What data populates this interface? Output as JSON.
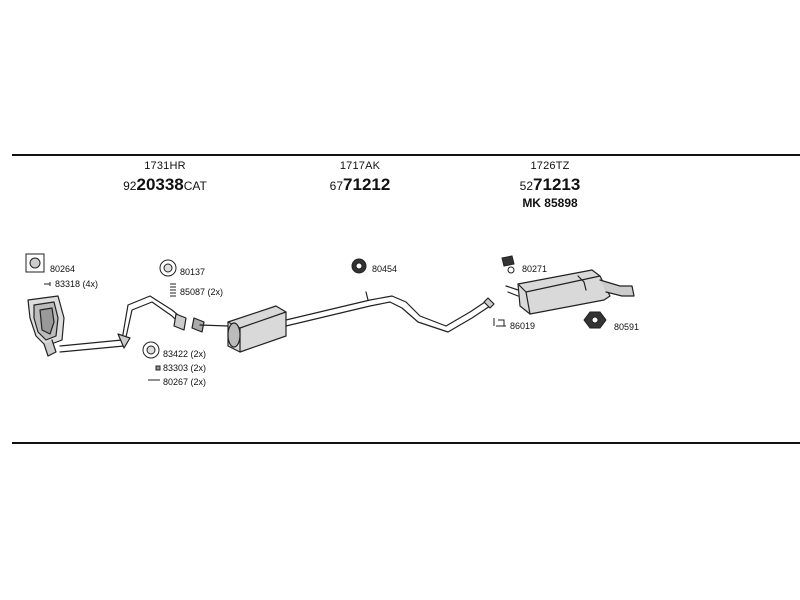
{
  "sections": [
    {
      "code": "1731HR",
      "part_prefix": "92",
      "part_main": "20338",
      "part_suffix": "CAT",
      "extra": ""
    },
    {
      "code": "1717AK",
      "part_prefix": "67",
      "part_main": "71212",
      "part_suffix": "",
      "extra": ""
    },
    {
      "code": "1726TZ",
      "part_prefix": "52",
      "part_main": "71213",
      "part_suffix": "",
      "extra": "MK 85898"
    }
  ],
  "parts": {
    "p80264": "80264",
    "p83318": "83318 (4x)",
    "p80137": "80137",
    "p85087": "85087 (2x)",
    "p83422": "83422 (2x)",
    "p83303": "83303 (2x)",
    "p80267": "80267 (2x)",
    "p80454": "80454",
    "p80271": "80271",
    "p86019": "86019",
    "p80591": "80591"
  }
}
